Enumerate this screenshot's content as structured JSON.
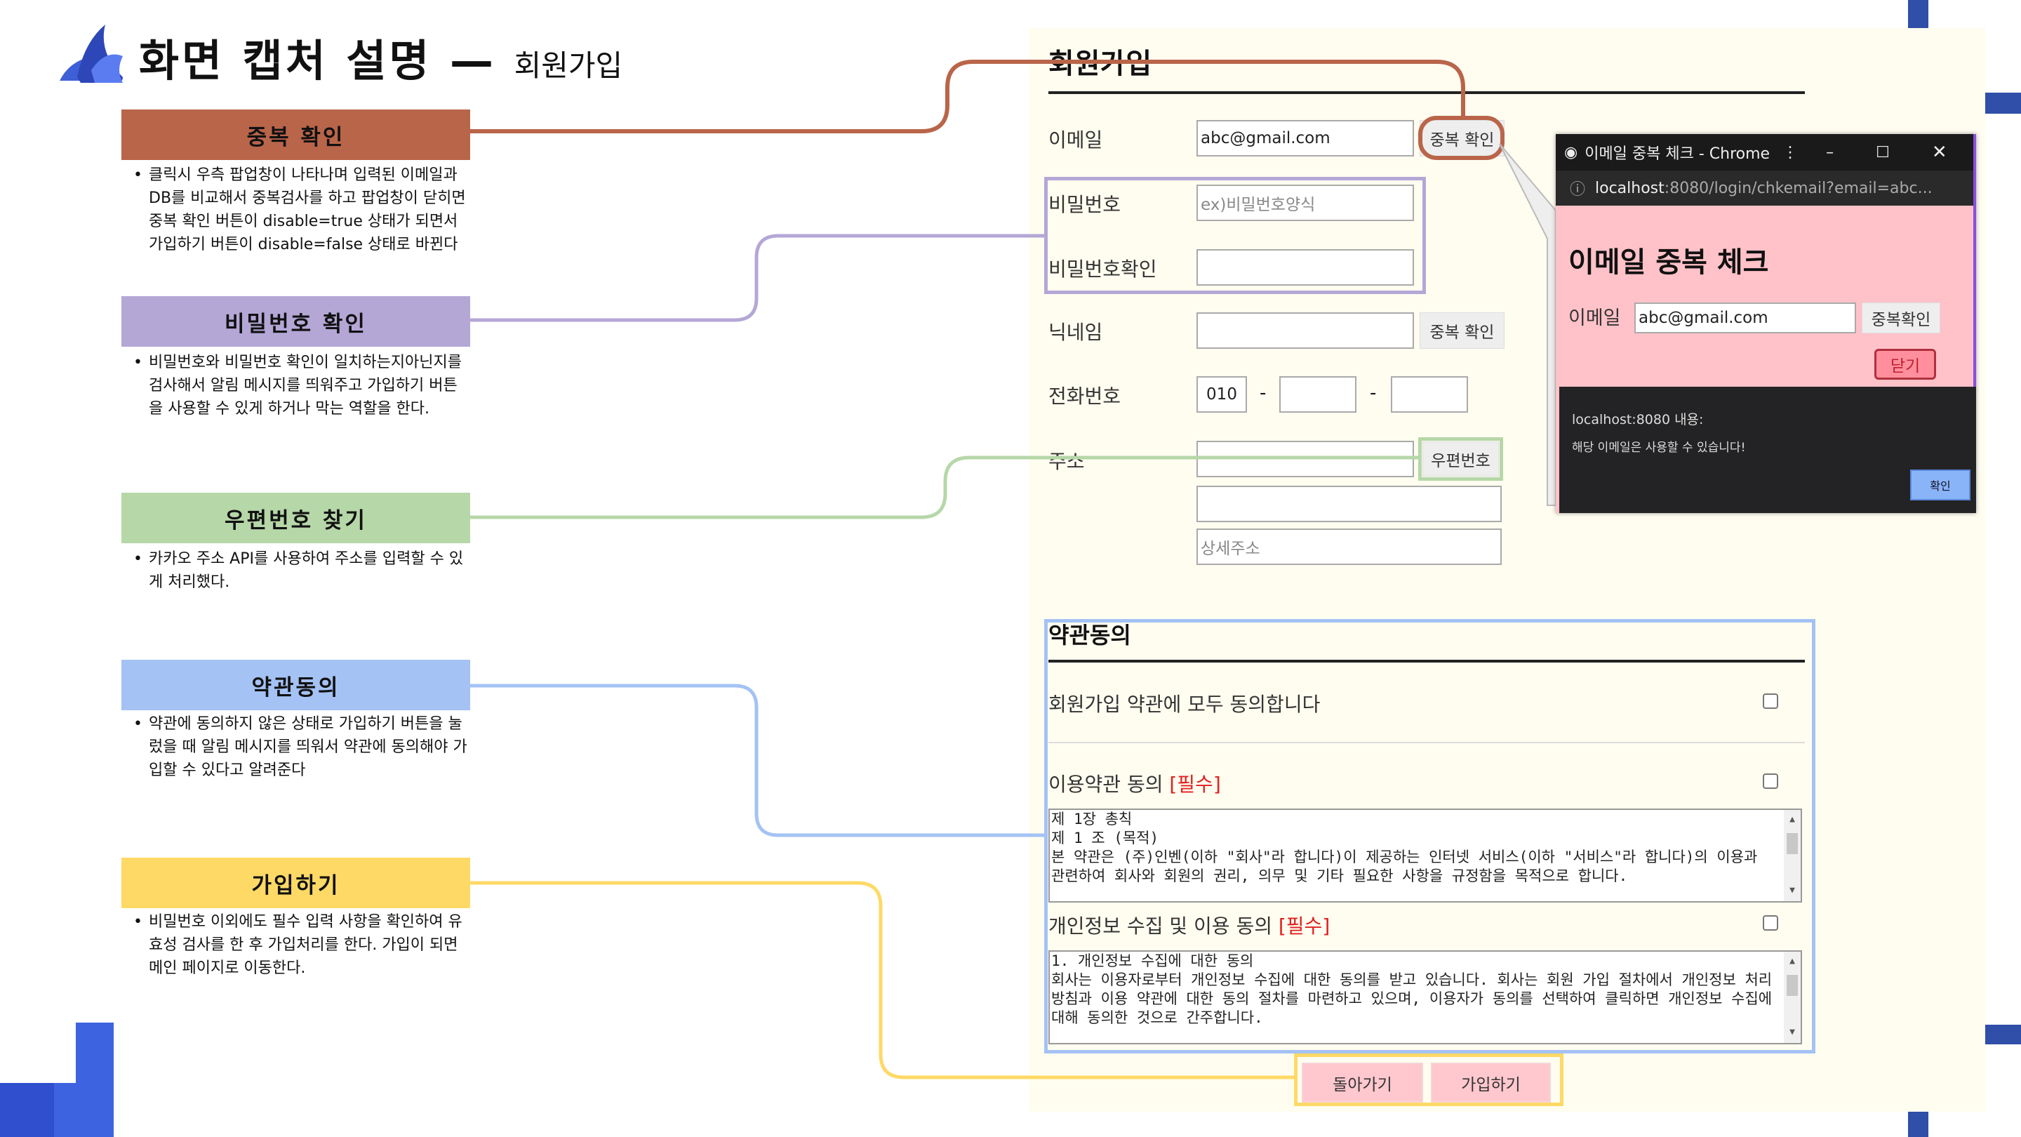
{
  "header": {
    "title": "화면 캡처 설명",
    "dash": "—",
    "subtitle": "회원가입"
  },
  "sections": [
    {
      "title": "중복 확인",
      "text": "클릭시 우측 팝업창이 나타나며 입력된 이메일과 DB를 비교해서 중복검사를 하고 팝업창이 닫히면 중복 확인 버튼이 disable=true 상태가 되면서 가입하기 버튼이 disable=false 상태로 바뀐다",
      "color": "#b9654a"
    },
    {
      "title": "비밀번호 확인",
      "text": "비밀번호와 비밀번호 확인이 일치하는지아닌지를 검사해서 알림 메시지를 띄워주고 가입하기 버튼을 사용할 수 있게 하거나 막는 역할을 한다.",
      "color": "#b4a7d6"
    },
    {
      "title": "우편번호 찾기",
      "text": "카카오 주소 API를 사용하여 주소를 입력할 수 있게 처리했다.",
      "color": "#b6d7a8"
    },
    {
      "title": "약관동의",
      "text": "약관에 동의하지 않은 상태로 가입하기 버튼을 눌렀을 때 알림 메시지를 띄워서 약관에 동의해야 가입할 수 있다고 알려준다",
      "color": "#a4c2f4"
    },
    {
      "title": "가입하기",
      "text": "비밀번호 이외에도 필수 입력 사항을 확인하여 유효성 검사를 한 후 가입처리를 한다. 가입이 되면 메인 페이지로 이동한다.",
      "color": "#ffd966"
    }
  ],
  "form": {
    "title": "회원가입",
    "email_label": "이메일",
    "email_value": "abc@gmail.com",
    "email_check": "중복 확인",
    "pw_label": "비밀번호",
    "pw_placeholder": "ex)비밀번호양식",
    "pw2_label": "비밀번호확인",
    "nick_label": "닉네임",
    "nick_check": "중복 확인",
    "phone_label": "전화번호",
    "phone1": "010",
    "phone_sep": "-",
    "addr_label": "주소",
    "zip_button": "우편번호",
    "addr_detail_placeholder": "상세주소"
  },
  "terms": {
    "title": "약관동의",
    "all_label": "회원가입 약관에 모두 동의합니다",
    "tos_label": "이용약관 동의",
    "required": "[필수]",
    "tos_text": "제 1장 총칙\n제 1 조 (목적)\n본 약관은 (주)인벤(이하 \"회사\"라 합니다)이 제공하는 인터넷 서비스(이하 \"서비스\"라 합니다)의 이용과 관련하여 회사와 회원의 권리, 의무 및 기타 필요한 사항을 규정함을 목적으로 합니다.",
    "privacy_label": "개인정보 수집 및 이용 동의",
    "privacy_text": "1. 개인정보 수집에 대한 동의\n회사는 이용자로부터 개인정보 수집에 대한 동의를 받고 있습니다. 회사는 회원 가입 절차에서 개인정보 처리방침과 이용 약관에 대한 동의 절차를 마련하고 있으며, 이용자가 동의를 선택하여 클릭하면 개인정보 수집에 대해 동의한 것으로 간주합니다."
  },
  "actions": {
    "back": "돌아가기",
    "join": "가입하기"
  },
  "popup": {
    "window_title": "이메일 중복 체크 - Chrome",
    "url_host": "localhost",
    "url_rest": ":8080/login/chkemail?email=abc...",
    "heading": "이메일 중복 체크",
    "email_label": "이메일",
    "email_value": "abc@gmail.com",
    "check_button": "중복확인",
    "close_button": "닫기",
    "alert_title": "localhost:8080 내용:",
    "alert_message": "해당 이메일은 사용할 수 있습니다!",
    "alert_ok": "확인"
  }
}
